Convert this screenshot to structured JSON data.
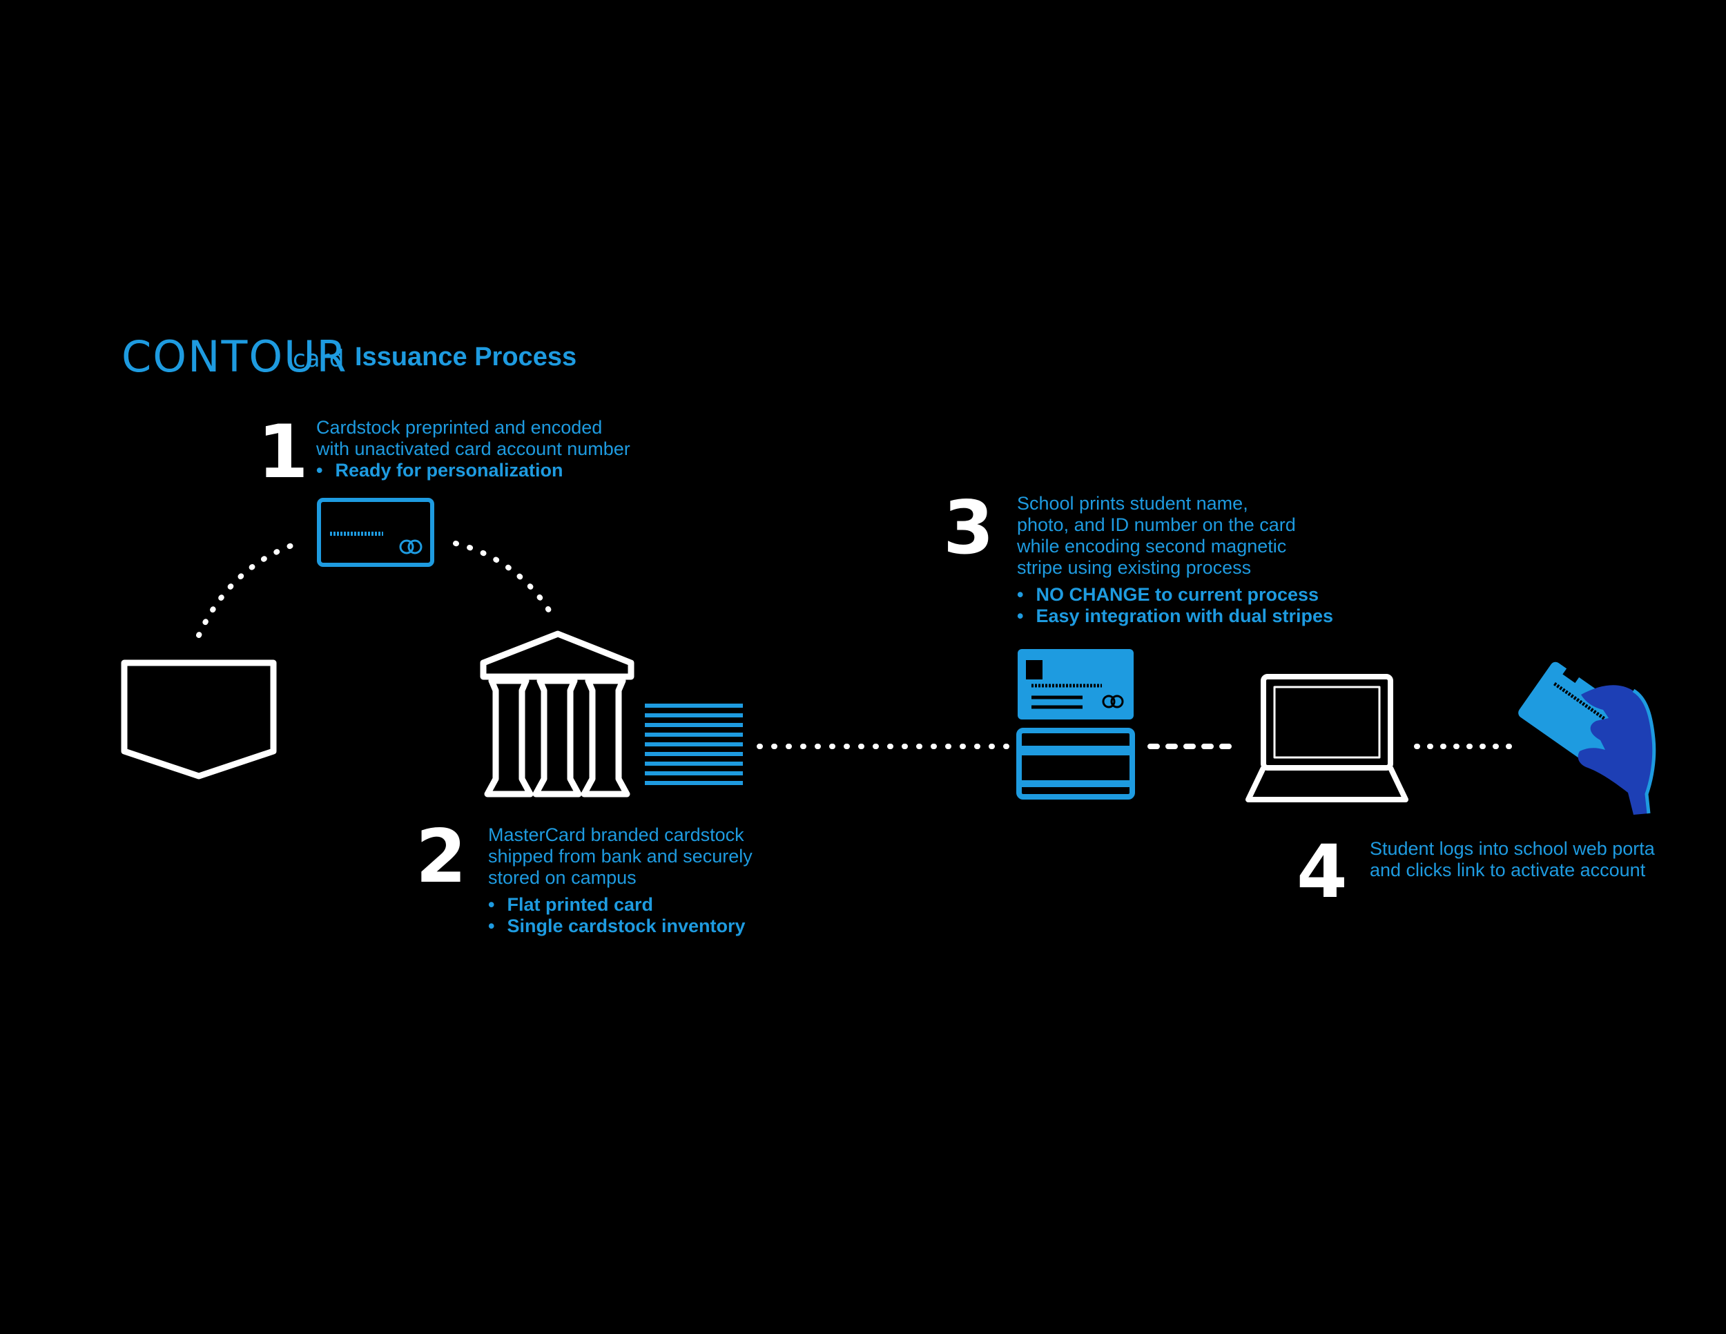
{
  "brand": {
    "logo": "CONTOUR",
    "sub": "card",
    "title": "Issuance Process"
  },
  "steps": [
    {
      "number": "1",
      "description": [
        "Cardstock preprinted and encoded",
        "with unactivated card account number"
      ],
      "bullets": [
        "Ready for personalization"
      ]
    },
    {
      "number": "2",
      "description": [
        "MasterCard branded cardstock",
        "shipped from bank and securely",
        "stored on campus"
      ],
      "bullets": [
        "Flat printed card",
        "Single cardstock inventory"
      ]
    },
    {
      "number": "3",
      "description": [
        "School prints student name,",
        "photo, and ID number on the card",
        "while encoding second magnetic",
        "stripe using existing process"
      ],
      "bullets": [
        "NO CHANGE to current process",
        "Easy integration with dual stripes"
      ]
    },
    {
      "number": "4",
      "description": [
        "Student logs into school web porta",
        "and clicks link to activate account"
      ],
      "bullets": []
    }
  ],
  "icons": [
    "pocket-icon",
    "bank-icon",
    "card-stack-icon",
    "card-printer-icon",
    "laptop-icon",
    "hand-card-icon"
  ],
  "colors": {
    "accent": "#1e9be0",
    "foreground": "#ffffff",
    "background": "#000000",
    "hand": "#1d3fb5"
  }
}
